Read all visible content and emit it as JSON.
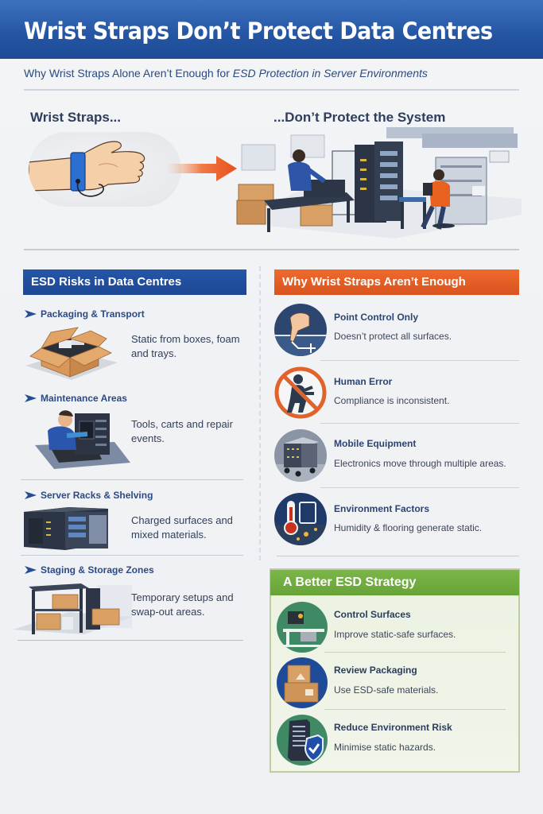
{
  "header": {
    "title": "Wrist Straps Don’t Protect Data Centres",
    "subtitle_plain": "Why Wrist Straps Alone Aren’t Enough for ",
    "subtitle_italic": "ESD Protection in Server Environments"
  },
  "hero": {
    "left_label": "Wrist Straps...",
    "right_label": "...Don’t Protect the System",
    "left_icon": "wrist-strap-hand-icon",
    "arrow_icon": "arrow-right-icon",
    "right_icon": "data-centre-scene-illustration"
  },
  "risks": {
    "header": "ESD Risks in Data Centres",
    "items": [
      {
        "title": "Packaging & Transport",
        "desc": "Static from boxes, foam and trays.",
        "icon": "open-box-icon"
      },
      {
        "title": "Maintenance Areas",
        "desc": "Tools, carts and repair events.",
        "icon": "technician-repair-icon"
      },
      {
        "title": "Server Racks & Shelving",
        "desc": "Charged surfaces and mixed materials.",
        "icon": "server-racks-icon"
      },
      {
        "title": "Staging & Storage Zones",
        "desc": "Temporary setups and swap-out areas.",
        "icon": "storage-shelf-icon"
      }
    ]
  },
  "why": {
    "header": "Why Wrist Straps Aren’t Enough",
    "items": [
      {
        "title": "Point Control Only",
        "desc": "Doesn’t protect all surfaces.",
        "icon": "finger-touch-icon"
      },
      {
        "title": "Human Error",
        "desc": "Compliance is inconsistent.",
        "icon": "prohibited-person-icon"
      },
      {
        "title": "Mobile Equipment",
        "desc": "Electronics move through multiple areas.",
        "icon": "server-cart-icon"
      },
      {
        "title": "Environment Factors",
        "desc": "Humidity & flooring generate static.",
        "icon": "thermometer-spark-icon"
      }
    ]
  },
  "strategy": {
    "header": "A Better ESD Strategy",
    "items": [
      {
        "title": "Control Surfaces",
        "desc": "Improve static-safe surfaces.",
        "icon": "workbench-icon"
      },
      {
        "title": "Review Packaging",
        "desc": "Use ESD-safe materials.",
        "icon": "boxes-icon"
      },
      {
        "title": "Reduce Environment Risk",
        "desc": "Minimise static hazards.",
        "icon": "server-shield-icon"
      }
    ]
  },
  "colors": {
    "banner_blue": "#2455a3",
    "risk_header_blue": "#1f4a98",
    "why_header_orange": "#e2602a",
    "strategy_header_green": "#72ae42",
    "title_text": "#2c4a86"
  }
}
